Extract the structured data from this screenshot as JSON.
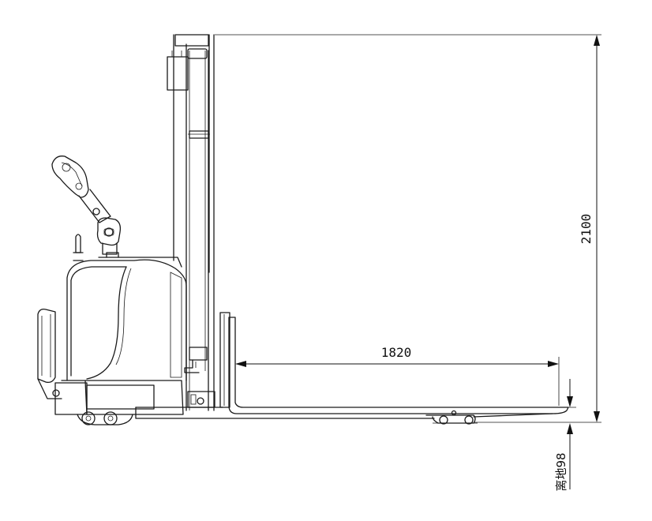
{
  "dimensions": {
    "fork_length": "1820",
    "lift_height": "2100",
    "ground_clearance": "离地98"
  }
}
